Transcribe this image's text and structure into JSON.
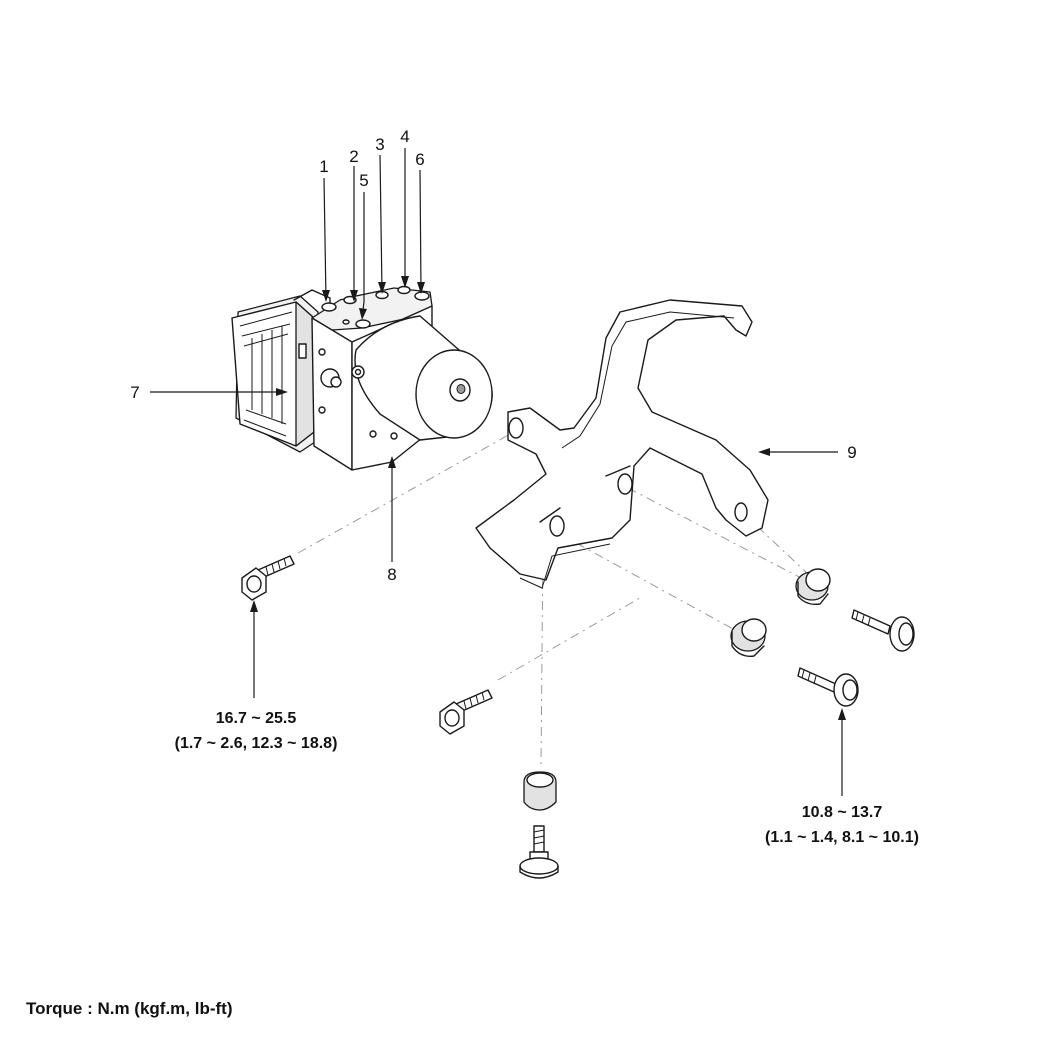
{
  "callouts": {
    "c1": "1",
    "c2": "2",
    "c3": "3",
    "c4": "4",
    "c5": "5",
    "c6": "6",
    "c7": "7",
    "c8": "8",
    "c9": "9"
  },
  "torque_specs": {
    "upper_bolt": {
      "nm": "16.7 ~ 25.5",
      "alt": "(1.7 ~ 2.6, 12.3 ~ 18.8)"
    },
    "mount_bolt": {
      "nm": "10.8 ~ 13.7",
      "alt": "(1.1 ~ 1.4, 8.1 ~ 10.1)"
    }
  },
  "legend": "Torque : N.m (kgf.m, lb-ft)"
}
